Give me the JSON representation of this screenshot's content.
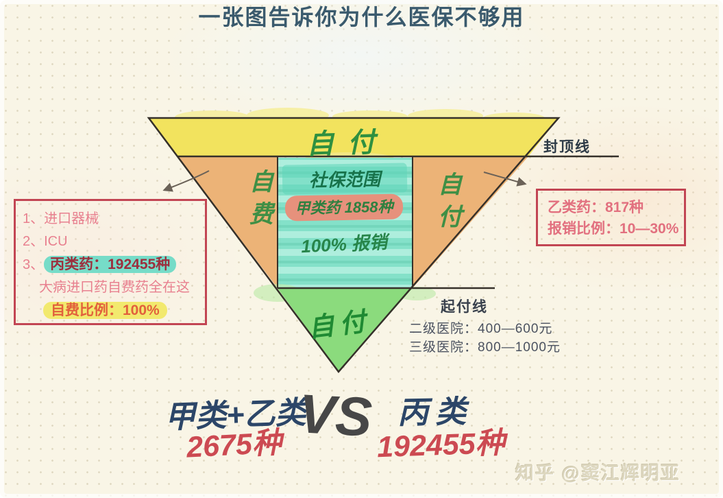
{
  "title": "一张图告诉你为什么医保不够用",
  "pyramid": {
    "top_band_label": "自付",
    "cap_line_label": "封顶线",
    "left_band_label": "自费",
    "right_band_label": "自付",
    "social_box": {
      "title": "社保范围",
      "class_a_line": "甲类药 1858种",
      "reimburse_line": "100% 报销"
    },
    "bottom_label": "自付",
    "deductible": {
      "label": "起付线",
      "tier2": "二级医院：400—600元",
      "tier3": "三级医院：800—1000元"
    }
  },
  "left_box": {
    "item1": "1、进口器械",
    "item2": "2、ICU",
    "item3_prefix": "3、",
    "item3_highlight": "丙类药：192455种",
    "item4": "大病进口药自费药全在这",
    "item5_highlight": "自费比例：100%"
  },
  "right_box": {
    "line1": "乙类药：817种",
    "line2": "报销比例：10—30%"
  },
  "comparison": {
    "left_label": "甲类+乙类",
    "left_value": "2675种",
    "vs": "VS",
    "right_label": "丙类",
    "right_value": "192455种"
  },
  "watermark": "知乎 @窦江辉明亚",
  "colors": {
    "background": "#f9f5e6",
    "title_text": "#3a5a6d",
    "yellow_band": "#f2e35e",
    "orange_band": "#ecb377",
    "teal_box": "#84e1c9",
    "green_triangle": "#8bdb7d",
    "green_text": "#2f9040",
    "red_box_border": "#c24553",
    "pink_text": "#e8808f",
    "salmon_band": "#e6917c",
    "teal_highlight": "#76dcc8",
    "yellow_highlight": "#f2e96e",
    "navy_text": "#2c4668",
    "red_handwriting": "#cc4a52"
  }
}
